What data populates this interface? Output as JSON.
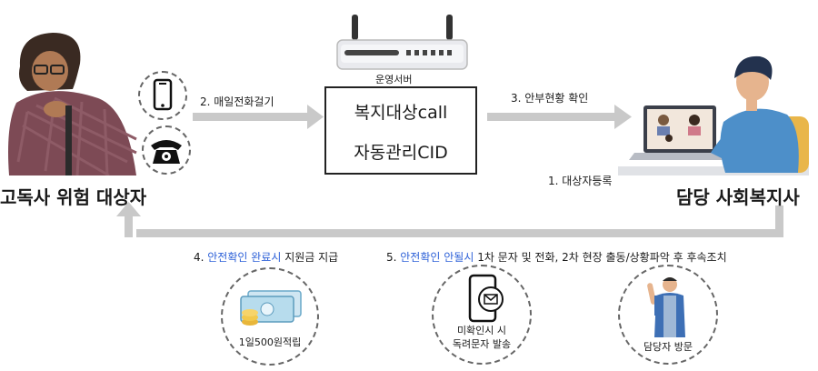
{
  "nodes": {
    "elderly": "고독사 위험 대상자",
    "server_label": "운영서버",
    "server_line1": "복지대상call",
    "server_line2": "자동관리CID",
    "worker": "담당 사회복지사"
  },
  "arrows": {
    "step2": "2. 매일전화걸기",
    "step3": "3. 안부현황 확인",
    "step1": "1. 대상자등록"
  },
  "bottom": {
    "step4_prefix": "4. ",
    "step4_highlight": "안전확인 완료시",
    "step4_suffix": " 지원금 지급",
    "step5_prefix": "5. ",
    "step5_highlight": "안전확인  안될시",
    "step5_suffix": " 1차 문자 및 전화,  2차 현장 출동/상황파악 후 후속조치",
    "circle1": "1일500원적립",
    "circle2_line1": "미확인시 시",
    "circle2_line2": "독려문자 발송",
    "circle3": "담당자 방문"
  },
  "icons": [
    "phone-icon",
    "telephone-icon",
    "router-icon",
    "money-icon",
    "smartphone-message-icon"
  ],
  "colors": {
    "arrow": "#c9c9c9",
    "highlight": "#2f62d8",
    "worker_shirt": "#4d8fc9"
  }
}
